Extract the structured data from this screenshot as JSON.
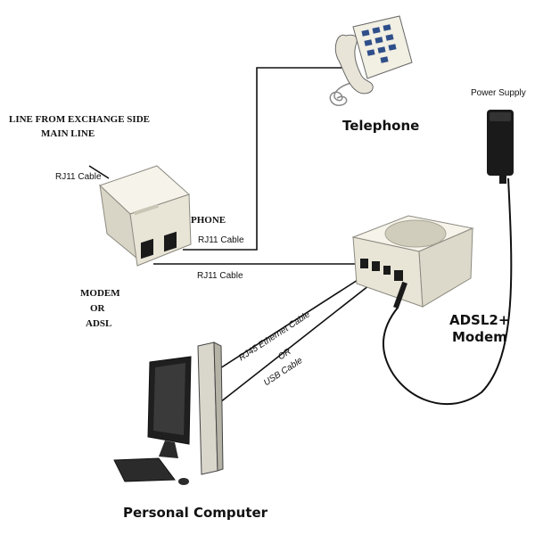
{
  "labels": {
    "line_from_exchange_1": "LINE FROM EXCHANGE SIDE",
    "line_from_exchange_2": "MAIN LINE",
    "rj11_cable_main": "RJ11 Cable",
    "phone_port": "PHONE",
    "rj11_cable_phone": "RJ11 Cable",
    "rj11_cable_modem": "RJ11 Cable",
    "modem_or_adsl_1": "MODEM",
    "modem_or_adsl_2": "OR",
    "modem_or_adsl_3": "ADSL",
    "telephone": "Telephone",
    "power_supply": "Power Supply",
    "adsl_modem_1": "ADSL2+",
    "adsl_modem_2": "Modem",
    "rj45_cable": "RJ45 Ethernet Cable",
    "or": "OR",
    "usb_cable": "USB Cable",
    "personal_computer": "Personal Computer"
  },
  "colors": {
    "device_body": "#ece9dc",
    "cable": "#111111",
    "adapter": "#1a1a1a"
  }
}
